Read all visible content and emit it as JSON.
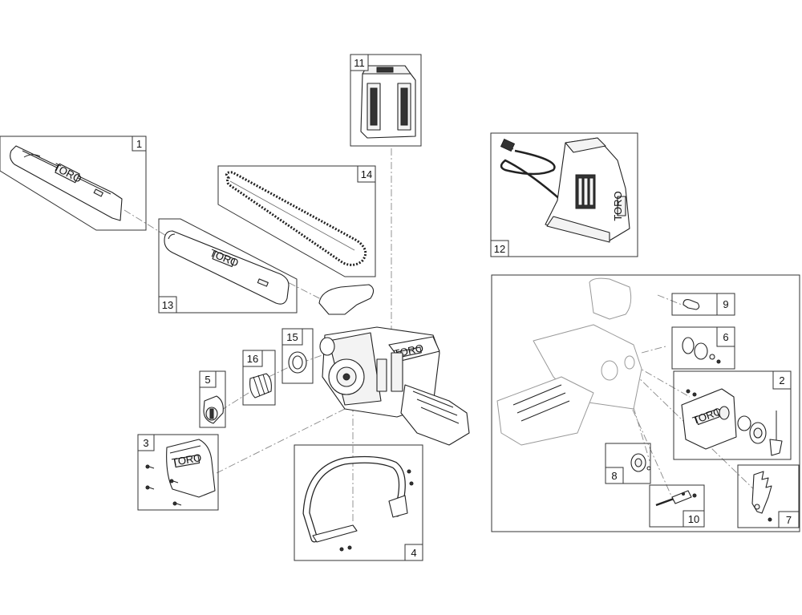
{
  "diagram": {
    "callouts": [
      {
        "id": "c1",
        "number": "1"
      },
      {
        "id": "c2",
        "number": "2"
      },
      {
        "id": "c3",
        "number": "3"
      },
      {
        "id": "c4",
        "number": "4"
      },
      {
        "id": "c5",
        "number": "5"
      },
      {
        "id": "c6",
        "number": "6"
      },
      {
        "id": "c7",
        "number": "7"
      },
      {
        "id": "c8",
        "number": "8"
      },
      {
        "id": "c9",
        "number": "9"
      },
      {
        "id": "c10",
        "number": "10"
      },
      {
        "id": "c11",
        "number": "11"
      },
      {
        "id": "c12",
        "number": "12"
      },
      {
        "id": "c13",
        "number": "13"
      },
      {
        "id": "c14",
        "number": "14"
      },
      {
        "id": "c15",
        "number": "15"
      },
      {
        "id": "c16",
        "number": "16"
      }
    ],
    "brand_marks": {
      "bar_cover": "TORO",
      "guide_bar": "TORO",
      "side_cover": "TORO",
      "chain_cover": "TORO",
      "charger": "TORO",
      "body": "TORO"
    }
  }
}
